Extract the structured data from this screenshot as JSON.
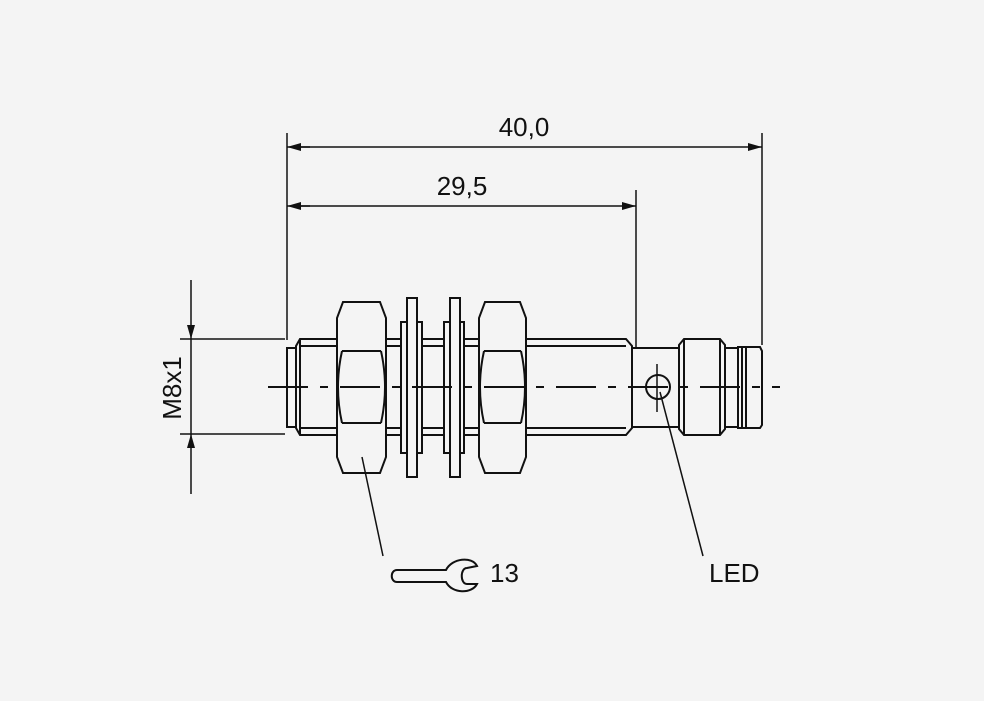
{
  "drawing": {
    "dimension_overall": "40,0",
    "dimension_body": "29,5",
    "thread_label": "M8x1",
    "wrench_size": "13",
    "led_label": "LED",
    "line_color": "#111111",
    "background_color": "#f4f4f4"
  }
}
